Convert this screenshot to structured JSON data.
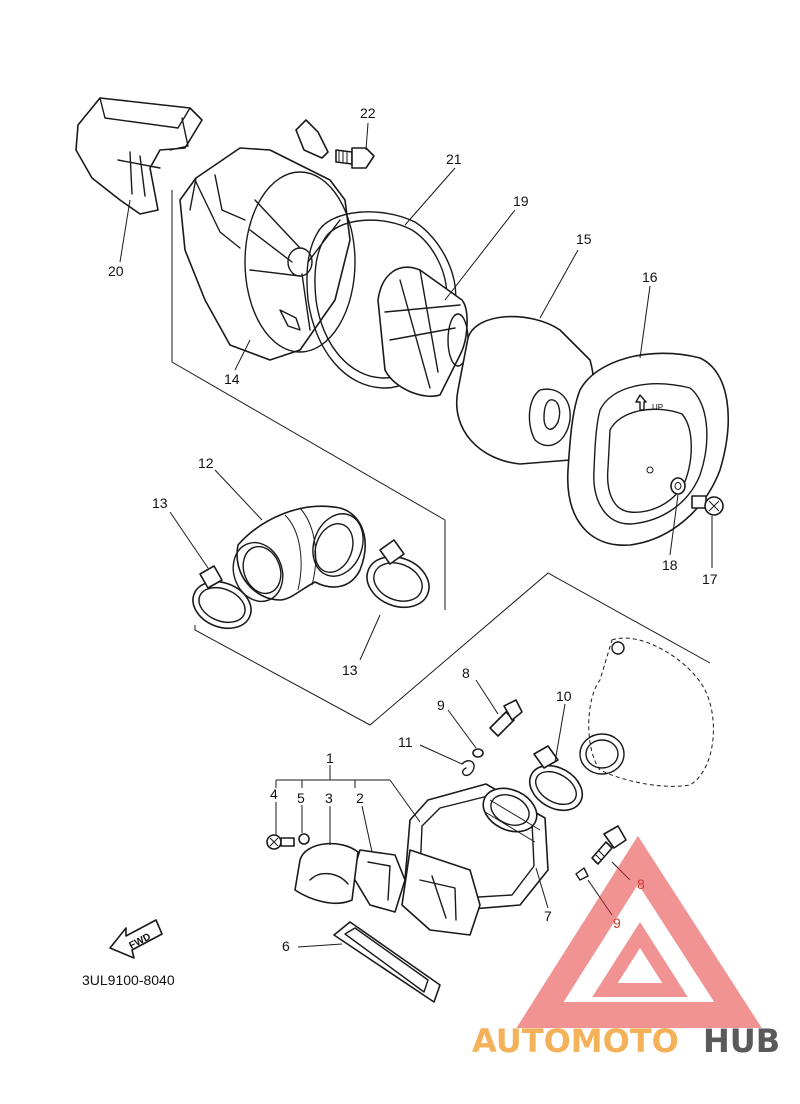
{
  "diagram": {
    "catalog_code": "3UL9100-8040",
    "direction_arrow": "FWD",
    "part_labels": {
      "p1": "1",
      "p2": "2",
      "p3": "3",
      "p4": "4",
      "p5": "5",
      "p6": "6",
      "p7": "7",
      "p8a": "8",
      "p8b": "8",
      "p9a": "9",
      "p9b": "9",
      "p10": "10",
      "p11": "11",
      "p12": "12",
      "p13a": "13",
      "p13b": "13",
      "p14": "14",
      "p15": "15",
      "p16": "16",
      "p17": "17",
      "p18": "18",
      "p19": "19",
      "p20": "20",
      "p21": "21",
      "p22": "22"
    },
    "cover_marking": "UP"
  },
  "watermark": {
    "brand_part1": "AUTOMOTO",
    "brand_part2": "HUB",
    "colors": {
      "triangle": "#e83a3a",
      "part1": "#f3b25a",
      "part2": "#5a5a5a"
    }
  }
}
